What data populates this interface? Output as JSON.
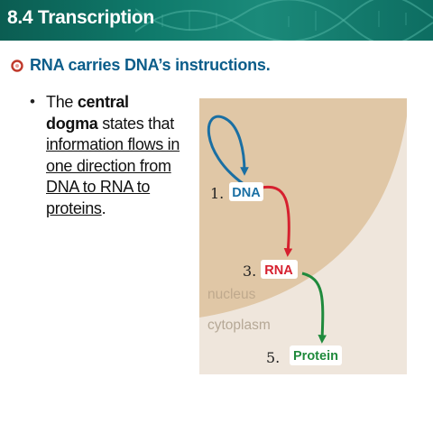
{
  "header": {
    "title": "8.4 Transcription"
  },
  "heading": {
    "text": "RNA carries DNA’s instructions."
  },
  "bullet": {
    "marker": "•",
    "pre": "The ",
    "bold": "central dogma",
    "mid": " states that ",
    "underlined": "information flows in one direction from DNA to RNA to proteins",
    "end": "."
  },
  "figure": {
    "step1_num": "1.",
    "step1_label": "DNA",
    "step3_num": "3.",
    "step3_label": "RNA",
    "nucleus_label": "nucleus",
    "cytoplasm_label": "cytoplasm",
    "step5_num": "5.",
    "step5_label": "Protein"
  },
  "colors": {
    "header": "#0f7a6b",
    "heading": "#0b5d8a",
    "nucleus_fill": "#e0c7a6",
    "cytoplasm_fill": "#efe6dc",
    "dna_blue": "#1a6fa3",
    "rna_red": "#d6202f",
    "protein_green": "#1f8a3c",
    "region_label": "#b8a890"
  },
  "icons": {
    "heading_bullet": "circle-bullet-icon"
  }
}
